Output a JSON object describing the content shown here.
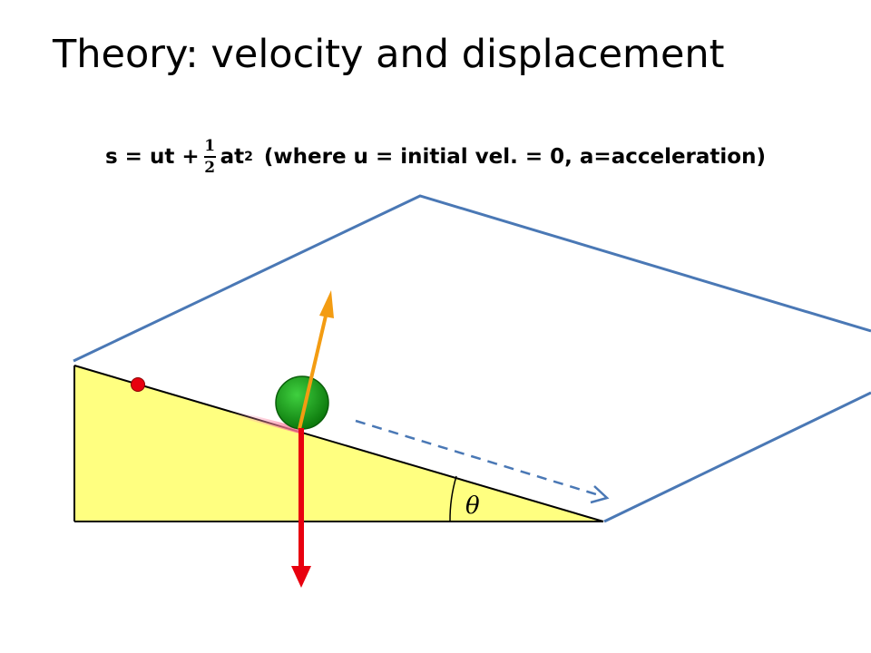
{
  "title": "Theory: velocity and displacement",
  "formula": {
    "lhs": "s = ut +",
    "frac_num": "1",
    "frac_den": "2",
    "term": "at",
    "exp": "2",
    "note": "(where u = initial vel. = 0, a=acceleration)"
  },
  "diagram": {
    "angle_label": "θ",
    "colors": {
      "plane_outline": "#4a78b5",
      "wedge_fill": "#ffff80",
      "ball": "#1ea01e",
      "marker": "#e8000f",
      "gravity_arrow": "#e8000f",
      "normal_arrow": "#f39c12",
      "motion_arrow": "#4a78b5"
    }
  }
}
